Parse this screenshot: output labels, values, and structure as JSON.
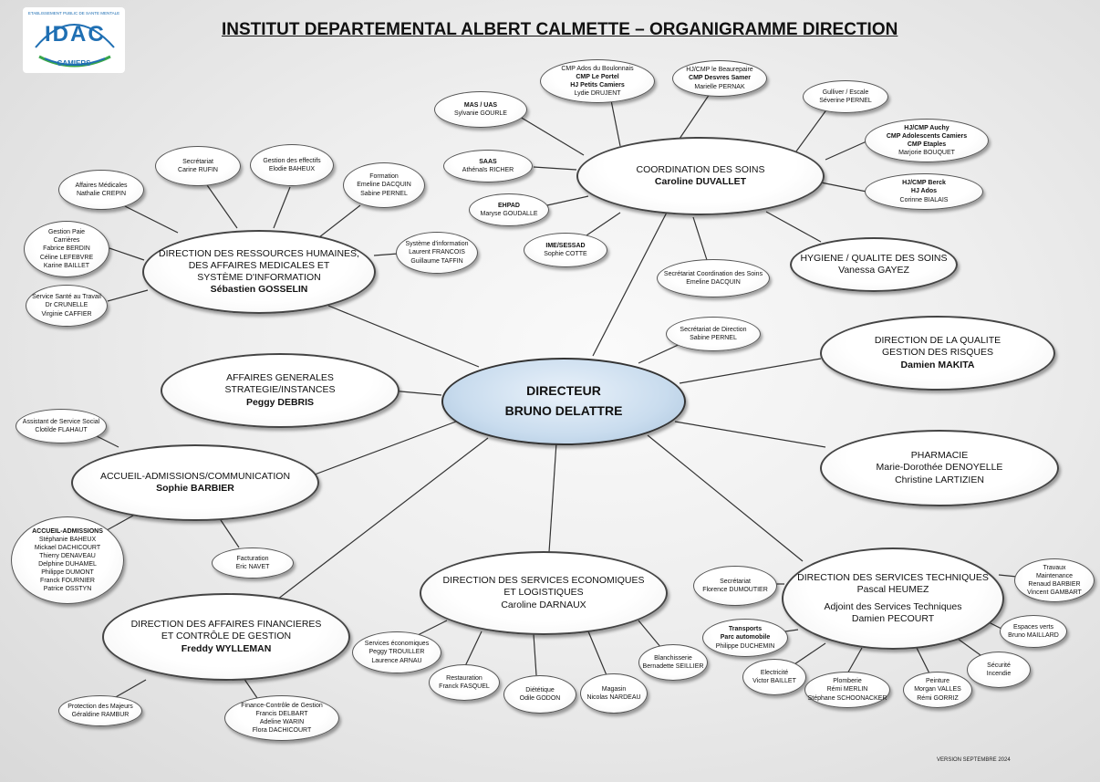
{
  "header": {
    "title": "INSTITUT DEPARTEMENTAL ALBERT CALMETTE – ORGANIGRAMME DIRECTION",
    "version": "VERSION SEPTEMBRE 2024"
  },
  "logo": {
    "brand": "IDAC",
    "city": "CAMIERS",
    "statement": "ETABLISSEMENT PUBLIC DE SANTE MENTALE",
    "colors": {
      "blue": "#1f6fb3",
      "green": "#3aa64a"
    }
  },
  "director": {
    "role": "DIRECTEUR",
    "name": "BRUNO DELATTRE"
  },
  "soins": {
    "role": "COORDINATION DES SOINS",
    "name": "Caroline DUVALLET"
  },
  "rh": {
    "line1": "DIRECTION DES RESSOURCES HUMAINES,",
    "line2": "DES AFFAIRES MEDICALES ET",
    "line3": "SYSTÈME D'INFORMATION",
    "name": "Sébastien GOSSELIN"
  },
  "ag": {
    "line1": "AFFAIRES GENERALES",
    "line2": "STRATEGIE/INSTANCES",
    "name": "Peggy DEBRIS"
  },
  "accueil": {
    "role": "ACCUEIL-ADMISSIONS/COMMUNICATION",
    "name": "Sophie BARBIER"
  },
  "finance": {
    "line1": "DIRECTION DES AFFAIRES FINANCIERES",
    "line2": "ET CONTRÔLE DE GESTION",
    "name": "Freddy WYLLEMAN"
  },
  "eco": {
    "line1": "DIRECTION DES SERVICES ECONOMIQUES",
    "line2": "ET LOGISTIQUES",
    "name": "Caroline DARNAUX"
  },
  "tech": {
    "role": "DIRECTION DES SERVICES TECHNIQUES",
    "name": "Pascal HEUMEZ",
    "adj_role": "Adjoint des Services Techniques",
    "adj_name": "Damien PECOURT"
  },
  "pharma": {
    "role": "PHARMACIE",
    "name1": "Marie-Dorothée DENOYELLE",
    "name2": "Christine LARTIZIEN"
  },
  "qualite": {
    "line1": "DIRECTION DE LA QUALITE",
    "line2": "GESTION DES RISQUES",
    "name": "Damien MAKITA"
  },
  "hygiene": {
    "role": "HYGIENE / QUALITE DES SOINS",
    "name": "Vanessa GAYEZ"
  },
  "sec_dir": {
    "role": "Secrétariat de Direction",
    "name": "Sabine PERNEL"
  },
  "sec_soins": {
    "role": "Secrétariat Coordination des Soins",
    "name": "Emeline DACQUIN"
  },
  "cmp_boul": {
    "l1": "CMP Ados du Boulonnais",
    "l2": "CMP Le Portel",
    "l3": "HJ Petits Camiers",
    "name": "Lydie DRUJENT"
  },
  "hj_beau": {
    "l1": "HJ/CMP le Beaurepaire",
    "l2": "CMP Desvres Samer",
    "name": "Marielle PERNAK"
  },
  "mas": {
    "role": "MAS / UAS",
    "name": "Sylvanie GOURLE"
  },
  "gulliver": {
    "role": "Gulliver / Escale",
    "name": "Séverine PERNEL"
  },
  "auchy": {
    "l1": "HJ/CMP Auchy",
    "l2": "CMP Adolescents Camiers",
    "l3": "CMP Etaples",
    "name": "Marjorie BOUQUET"
  },
  "saas": {
    "role": "SAAS",
    "name": "Athénaïs RICHER"
  },
  "berck": {
    "l1": "HJ/CMP Berck",
    "l2": "HJ Ados",
    "name": "Corinne BIALAIS"
  },
  "ehpad": {
    "role": "EHPAD",
    "name": "Maryse GOUDALLE"
  },
  "ime": {
    "role": "IME/SESSAD",
    "name": "Sophie COTTE"
  },
  "rh_sec": {
    "role": "Secrétariat",
    "name": "Carine RUFIN"
  },
  "rh_eff": {
    "role": "Gestion des effectifs",
    "name": "Elodie BAHEUX"
  },
  "rh_med": {
    "role": "Affaires Médicales",
    "name": "Nathalie CREPIN"
  },
  "rh_form": {
    "role": "Formation",
    "n1": "Emeline DACQUIN",
    "n2": "Sabine PERNEL"
  },
  "rh_paie": {
    "l1": "Gestion Paie",
    "l2": "Carrières",
    "n1": "Fabrice BERDIN",
    "n2": "Céline LEFEBVRE",
    "n3": "Karine BAILLET"
  },
  "rh_si": {
    "role": "Système d'information",
    "n1": "Laurent FRANCOIS",
    "n2": "Guillaume TAFFIN"
  },
  "rh_sante": {
    "role": "Service Santé au Travail",
    "n1": "Dr CRUNELLE",
    "n2": "Virginie CAFFIER"
  },
  "ac_social": {
    "role": "Assistant de Service Social",
    "name": "Clotilde FLAHAUT"
  },
  "ac_adm": {
    "role": "ACCUEIL-ADMISSIONS",
    "names": [
      "Stéphanie BAHEUX",
      "Mickael DACHICOURT",
      "Thierry DENAVEAU",
      "Delphine DUHAMEL",
      "Philippe DUMONT",
      "Franck FOURNIER",
      "Patrice OSSTYN"
    ]
  },
  "fin_fact": {
    "role": "Facturation",
    "name": "Eric NAVET"
  },
  "fin_prot": {
    "role": "Protection des Majeurs",
    "name": "Géraldine RAMBUR"
  },
  "fin_ctrl": {
    "role": "Finance-Contrôle de Gestion",
    "n1": "Francis DELBART",
    "n2": "Adeline WARIN",
    "n3": "Flora DACHICOURT"
  },
  "eco_se": {
    "role": "Services économiques",
    "n1": "Peggy TROUILLER",
    "n2": "Laurence ARNAU"
  },
  "eco_resto": {
    "role": "Restauration",
    "name": "Franck FASQUEL"
  },
  "eco_diet": {
    "role": "Diététique",
    "name": "Odile GODON"
  },
  "eco_mag": {
    "role": "Magasin",
    "name": "Nicolas NARDEAU"
  },
  "eco_blanch": {
    "role": "Blanchisserie",
    "name": "Bernadette SEILLIER"
  },
  "te_sec": {
    "role": "Secrétariat",
    "name": "Florence DUMOUTIER"
  },
  "te_trav": {
    "l1": "Travaux",
    "l2": "Maintenance",
    "n1": "Renaud BARBIER",
    "n2": "Vincent GAMBART"
  },
  "te_transp": {
    "l1": "Transports",
    "l2": "Parc automobile",
    "name": "Philippe DUCHEMIN"
  },
  "te_esp": {
    "role": "Espaces verts",
    "name": "Bruno MAILLARD"
  },
  "te_elec": {
    "role": "Electricité",
    "name": "Victor BAILLET"
  },
  "te_plomb": {
    "role": "Plomberie",
    "n1": "Rémi MERLIN",
    "n2": "Stéphane SCHOONACKER"
  },
  "te_peint": {
    "role": "Peinture",
    "n1": "Morgan VALLES",
    "n2": "Rémi GORRIZ"
  },
  "te_secu": {
    "l1": "Sécurité",
    "l2": "Incendie"
  }
}
